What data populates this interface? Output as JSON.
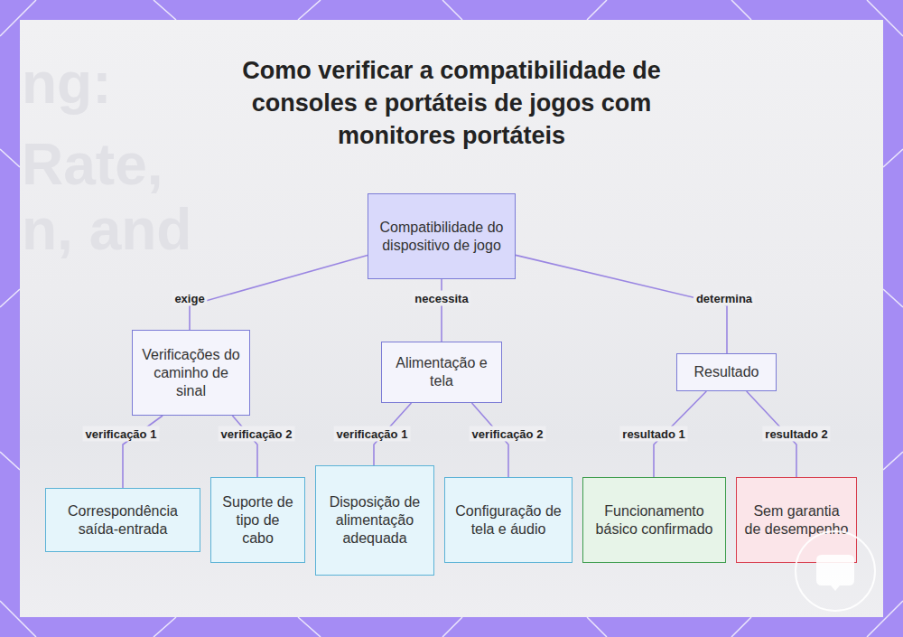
{
  "diagram": {
    "title": "Como verificar a compatibilidade de consoles e portáteis de jogos com monitores portáteis",
    "nodes": [
      {
        "text": [
          "Compatibilidade do dispositivo de jogo"
        ]
      },
      {
        "text": [
          "Verificações do caminho de sinal"
        ]
      },
      {
        "text": [
          "Alimentação e tela"
        ]
      },
      {
        "text": [
          "Resultado"
        ]
      },
      {
        "text": [
          "Correspondência saída-entrada"
        ]
      },
      {
        "text": [
          "Suporte de tipo de cabo"
        ]
      },
      {
        "text": [
          "Disposição de alimentação adequada"
        ]
      },
      {
        "text": [
          "Configuração de tela e áudio"
        ]
      },
      {
        "text": [
          "Funcionamento básico confirmado"
        ]
      },
      {
        "text": [
          "Sem garantia de desempenho"
        ]
      }
    ],
    "edges": [
      {
        "from": 0,
        "to": 1,
        "label": "exige",
        "arrow": "none"
      },
      {
        "from": 0,
        "to": 2,
        "label": "necessita",
        "arrow": "none"
      },
      {
        "from": 0,
        "to": 3,
        "label": "determina",
        "arrow": "none"
      },
      {
        "from": 1,
        "to": 4,
        "label": "verificação 1",
        "arrow": "none"
      },
      {
        "from": 1,
        "to": 5,
        "label": "verificação 2",
        "arrow": "none"
      },
      {
        "from": 2,
        "to": 6,
        "label": "verificação 1",
        "arrow": "none"
      },
      {
        "from": 2,
        "to": 7,
        "label": "verificação 2",
        "arrow": "none"
      },
      {
        "from": 3,
        "to": 8,
        "label": "resultado 1",
        "arrow": "none"
      },
      {
        "from": 3,
        "to": 9,
        "label": "resultado 2",
        "arrow": "none"
      }
    ],
    "labels": [
      "ng:",
      "Rate,",
      "n, and"
    ]
  }
}
